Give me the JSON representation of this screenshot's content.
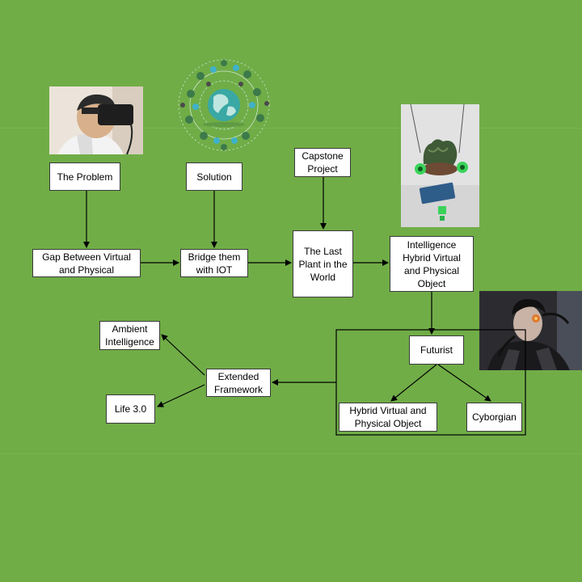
{
  "nodes": {
    "problem": "The Problem",
    "solution": "Solution",
    "capstone": "Capstone\nProject",
    "gap": "Gap Between Virtual\nand Physical",
    "bridge": "Bridge them\nwith IOT",
    "last_plant": "The Last\nPlant in the\nWorld",
    "intelligence": "Intelligence\nHybrid Virtual\nand Physical\nObject",
    "futurist": "Futurist",
    "hybrid": "Hybrid Virtual and\nPhysical Object",
    "cyborgian": "Cyborgian",
    "extended": "Extended\nFramework",
    "ambient": "Ambient\nIntelligence",
    "life": "Life 3.0"
  },
  "images": {
    "vr_person": "vr-headset-photo",
    "iot_globe": "iot-globe-illustration",
    "plant_device": "plant-device-photo",
    "cyborg": "cyborg-photo"
  },
  "colors": {
    "background": "#70ad47",
    "node_fill": "#ffffff",
    "line": "#000000"
  }
}
